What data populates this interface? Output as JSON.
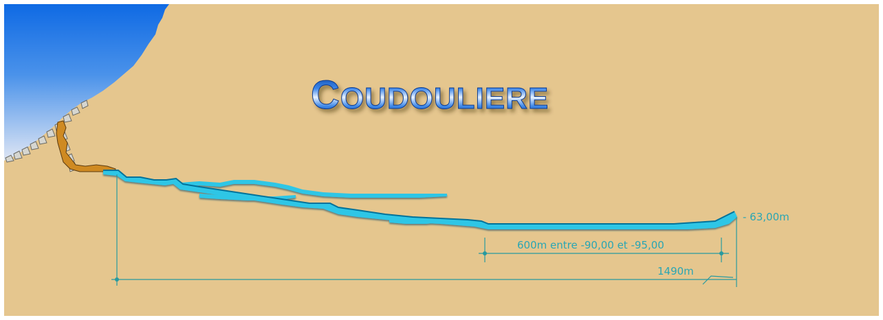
{
  "title": {
    "text": "COUDOULIERE",
    "first_letter": "C",
    "rest": "OUDOULIERE"
  },
  "measurements": {
    "end_depth": "- 63,00m",
    "deep_section": "600m entre -90,00 et -95,00",
    "total_length": "1490m"
  },
  "colors": {
    "ground": "#e5c68e",
    "sea_top": "#1470e6",
    "sea_bottom": "#d3dcf2",
    "gallery": "#2ec6e6",
    "gallery_dark": "#06729a",
    "dimension_line": "#279aa0",
    "title_blue": "#1c5fd2"
  }
}
